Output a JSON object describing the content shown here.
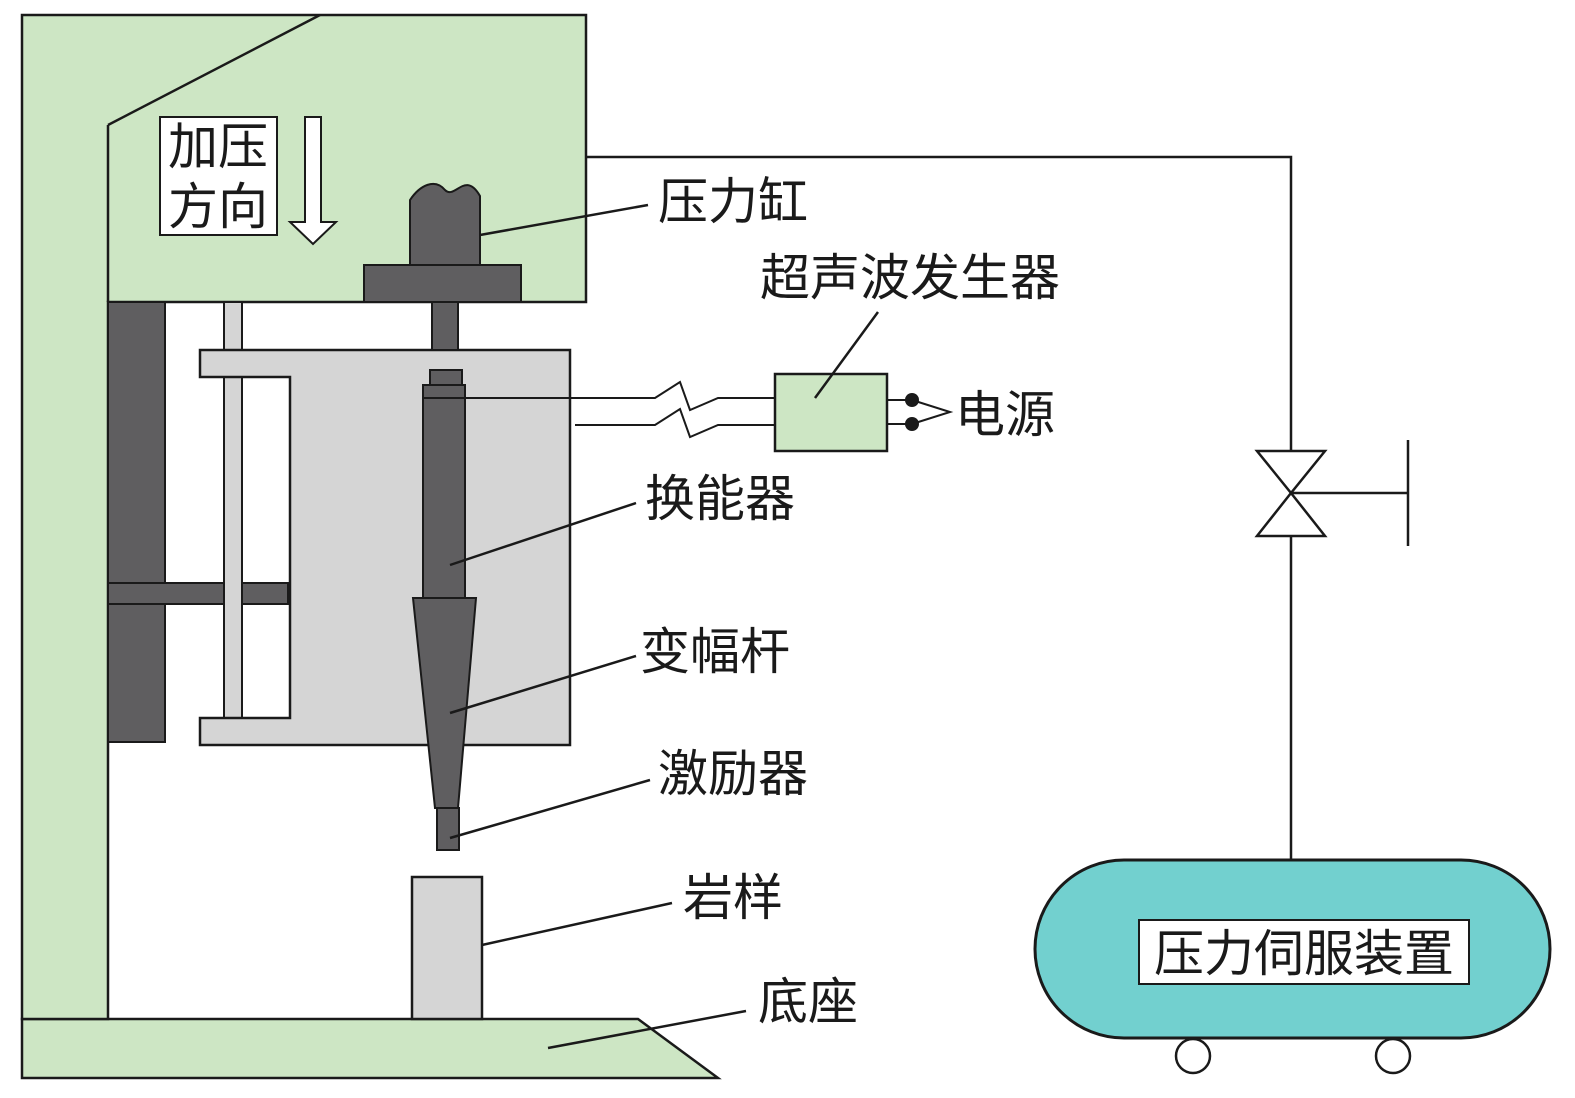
{
  "diagram": {
    "colors": {
      "frame": "#cde6c4",
      "dark_part": "#5f5e60",
      "housing": "#d5d5d5",
      "servo_tank": "#72d0cf",
      "generator_box": "#cde6c4",
      "stroke": "#1a1a1a"
    },
    "labels": {
      "press_direction_line1": "加压",
      "press_direction_line2": "方向",
      "pressure_cylinder": "压力缸",
      "ultrasonic_generator": "超声波发生器",
      "power_source": "电源",
      "transducer": "换能器",
      "horn": "变幅杆",
      "exciter": "激励器",
      "rock_sample": "岩样",
      "base": "底座",
      "pressure_servo": "压力伺服装置"
    },
    "icons": [
      "down-arrow-icon",
      "valve-icon",
      "wheel-icon",
      "break-mark-icon",
      "plug-terminal-icon"
    ]
  }
}
